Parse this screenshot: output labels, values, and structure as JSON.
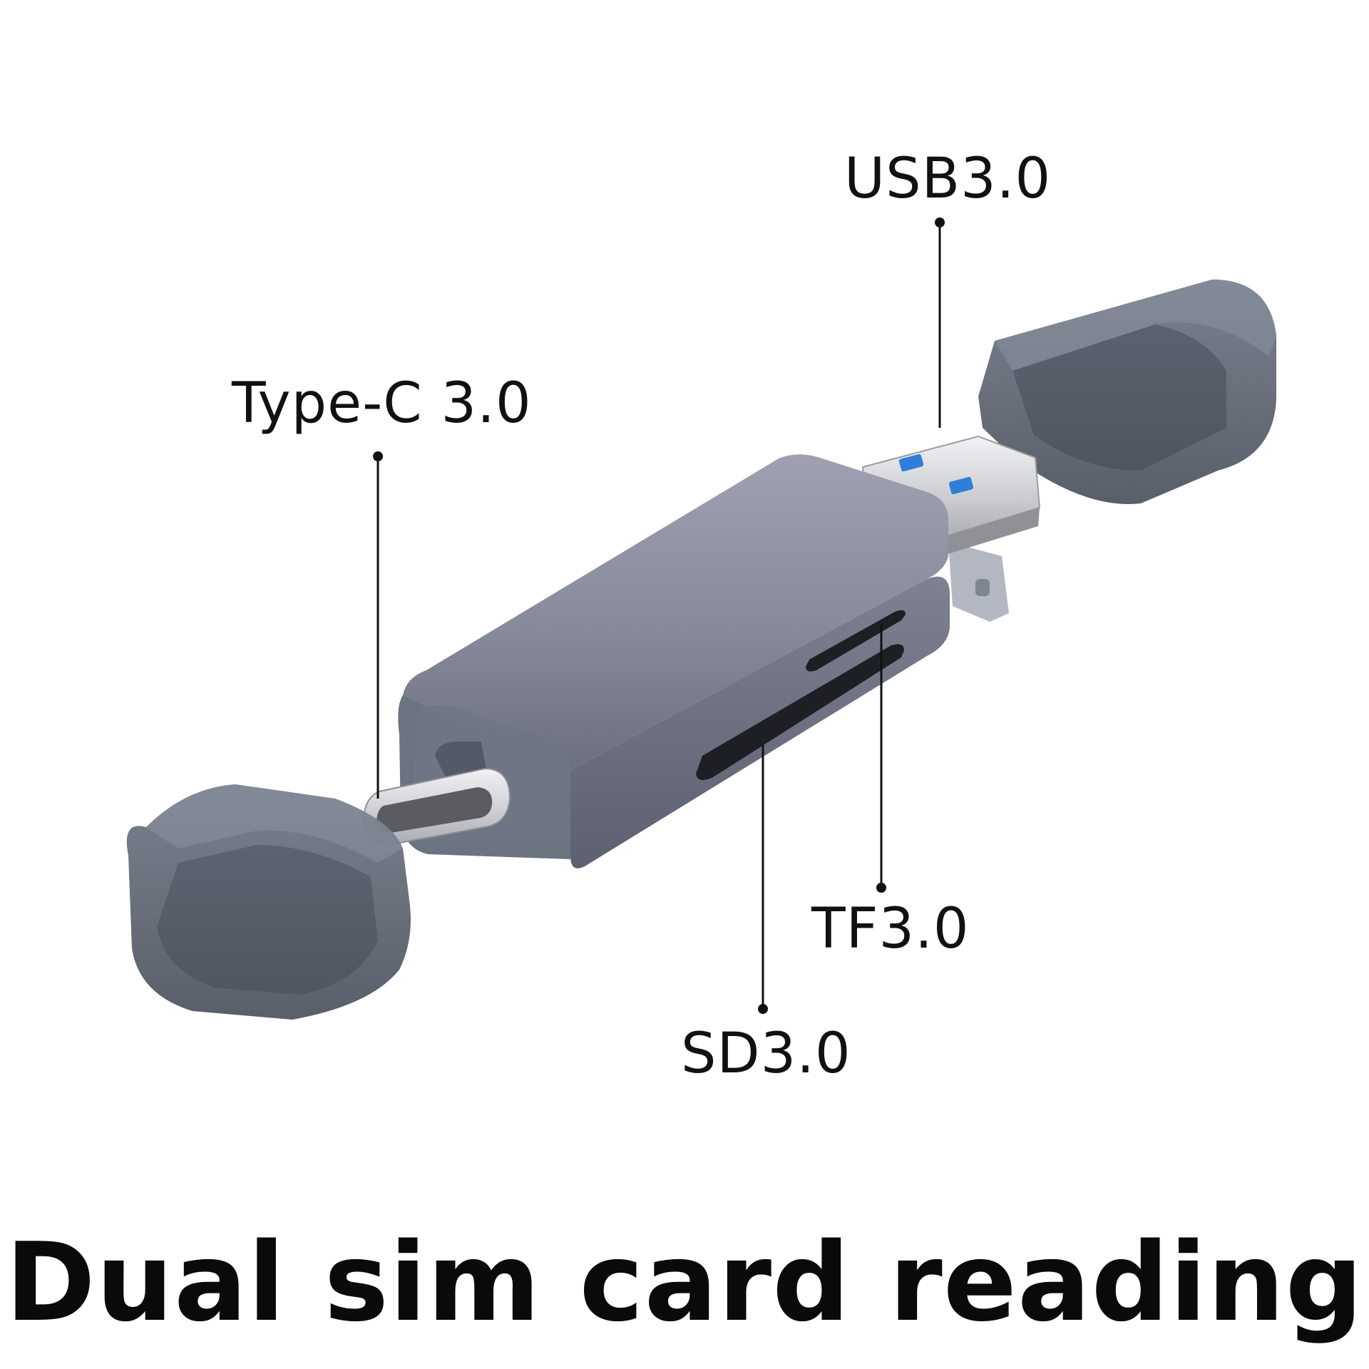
{
  "callouts": {
    "usb": "USB3.0",
    "type_c": "Type-C 3.0",
    "tf": "TF3.0",
    "sd": "SD3.0"
  },
  "title": "Dual sim card reading",
  "colors": {
    "background": "#ffffff",
    "body": "#8a8c9e",
    "cap": "#5b6270",
    "metal": "#dcdde0",
    "usb_blue": "#2f7fd8",
    "text": "#111111"
  },
  "icons": [
    "usb-logo-icon"
  ]
}
